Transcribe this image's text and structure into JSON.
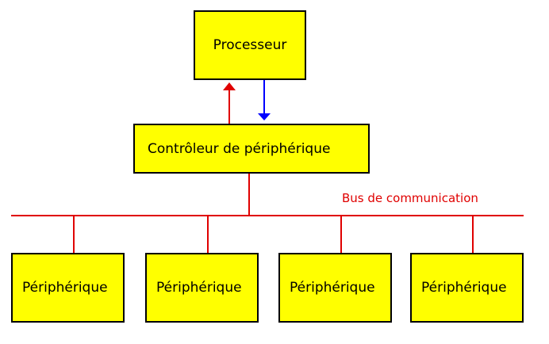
{
  "processor": {
    "label": "Processeur"
  },
  "controller": {
    "label": "Contrôleur de périphérique"
  },
  "bus": {
    "label": "Bus de communication"
  },
  "devices": [
    {
      "label": "Périphérique"
    },
    {
      "label": "Périphérique"
    },
    {
      "label": "Périphérique"
    },
    {
      "label": "Périphérique"
    }
  ],
  "colors": {
    "box_fill": "#ffff00",
    "box_border": "#000000",
    "bus": "#e00000",
    "upward_arrow": "#e00000",
    "downward_arrow": "#0000ff"
  }
}
